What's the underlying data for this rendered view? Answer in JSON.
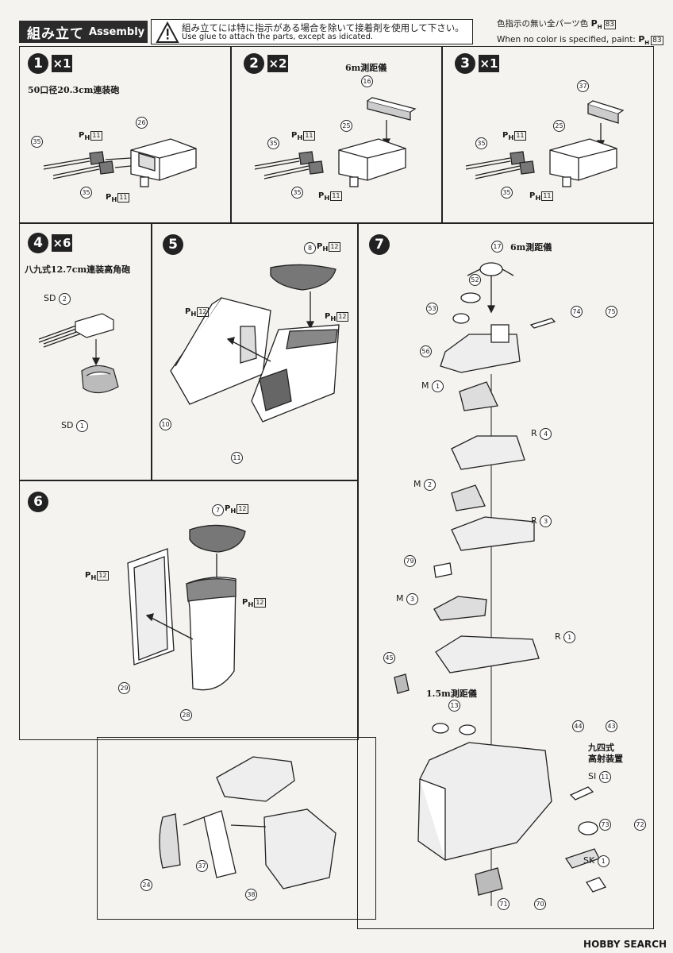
{
  "header": {
    "title_jp": "組み立て",
    "title_en": "Assembly",
    "glue_jp": "組み立てには特に指示がある場合を除いて接着剤を使用して下さい。",
    "glue_en": "Use glue to attach the parts, except as idicated.",
    "color_jp": "色指示の無い全パーツ色",
    "color_en": "When no color is specified, paint:",
    "color_code": "83"
  },
  "steps": [
    {
      "num": "1",
      "multiplier": "×1",
      "caption": "50口径20.3cm連装砲"
    },
    {
      "num": "2",
      "multiplier": "×2",
      "caption": "6m測距儀"
    },
    {
      "num": "3",
      "multiplier": "×1",
      "caption": ""
    },
    {
      "num": "4",
      "multiplier": "×6",
      "caption": "八九式12.7cm連装高角砲"
    },
    {
      "num": "5",
      "multiplier": "",
      "caption": ""
    },
    {
      "num": "6",
      "multiplier": "",
      "caption": ""
    },
    {
      "num": "7",
      "multiplier": "",
      "caption": "6m測距儀"
    }
  ],
  "labels": {
    "ph11": "11",
    "ph12": "12",
    "sd2": "SD",
    "sd1": "SD",
    "m1": "M",
    "m2": "M",
    "m3": "M",
    "r4": "R",
    "r3": "R",
    "r1": "R",
    "si": "SI",
    "sk": "SK",
    "rangefinder_small": "1.5m測距儀",
    "aa_director_line1": "九四式",
    "aa_director_line2": "高射装置"
  },
  "parts": {
    "p26": "26",
    "p35": "35",
    "p25": "25",
    "p16": "16",
    "p37": "37",
    "p8": "8",
    "p10": "10",
    "p11": "11",
    "p7": "7",
    "p29": "29",
    "p28": "28",
    "p17": "17",
    "p52": "52",
    "p53": "53",
    "p56": "56",
    "p74": "74",
    "p75": "75",
    "p79": "79",
    "p45": "45",
    "p13": "13",
    "p44": "44",
    "p43": "43",
    "p73": "73",
    "p72": "72",
    "p71": "71",
    "p70": "70",
    "p24": "24",
    "p38": "38",
    "c1": "1",
    "c2": "2",
    "c3": "3",
    "c4": "4"
  },
  "footer": {
    "brand": "HOBBY SEARCH"
  }
}
